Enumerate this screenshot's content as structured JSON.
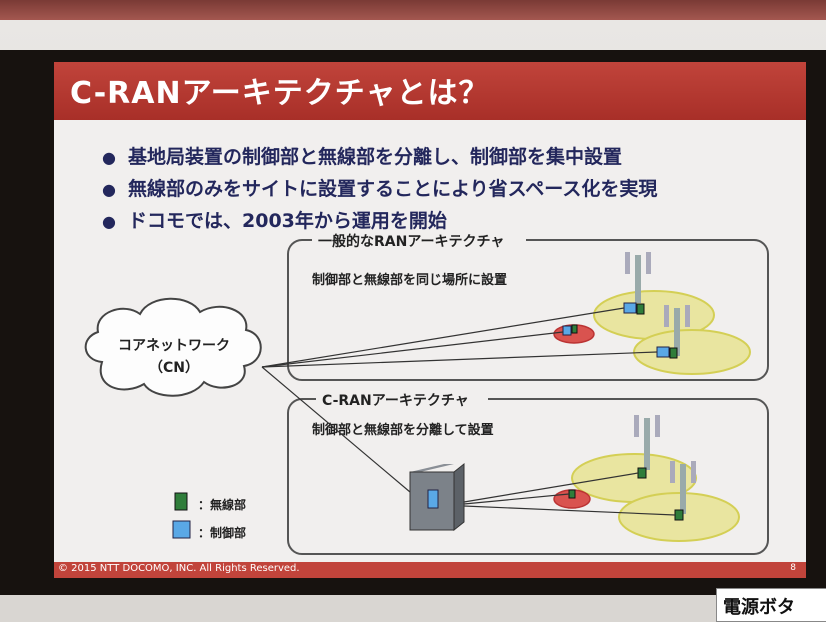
{
  "slide": {
    "title": "C-RANアーキテクチャとは？",
    "bullets": [
      "基地局装置の制御部と無線部を分離し、制御部を集中設置",
      "無線部のみをサイトに設置することにより省スペース化を実現",
      "ドコモでは、2003年から運用を開始"
    ],
    "cloud_line1": "コアネットワーク",
    "cloud_line2": "（CN）",
    "panel_top_title": "一般的なRANアーキテクチャ",
    "panel_top_desc": "制御部と無線部を同じ場所に設置",
    "panel_bottom_title": "C-RANアーキテクチャ",
    "panel_bottom_desc": "制御部と無線部を分離して設置",
    "legend_radio": "：無線部",
    "legend_control": "：制御部",
    "copyright": "© 2015 NTT DOCOMO, INC. All Rights Reserved.",
    "page_number": "8"
  },
  "overlay_label": "電源ボタ",
  "colors": {
    "title_bar": "#c1443b",
    "bullet_text": "#23275c",
    "radio_unit": "#2f7d3a",
    "control_unit": "#5aa8e6",
    "coverage": "#e4e08a",
    "red_coverage": "#d9534f"
  }
}
